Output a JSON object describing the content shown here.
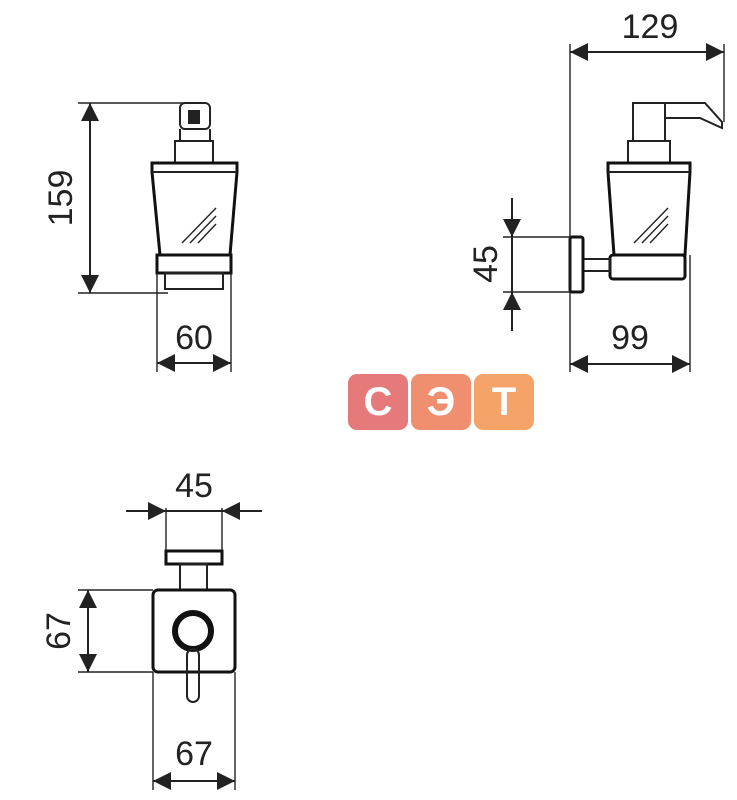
{
  "dimensions": {
    "front_height": "159",
    "front_width": "60",
    "side_total_depth": "129",
    "side_mount_height": "45",
    "side_depth": "99",
    "bottom_top_width": "45",
    "bottom_plate_height": "67",
    "bottom_plate_width": "67"
  },
  "watermark": {
    "letters": [
      "С",
      "Э",
      "Т"
    ],
    "colors": [
      "#e67a7a",
      "#f08f70",
      "#f6a36a"
    ]
  }
}
